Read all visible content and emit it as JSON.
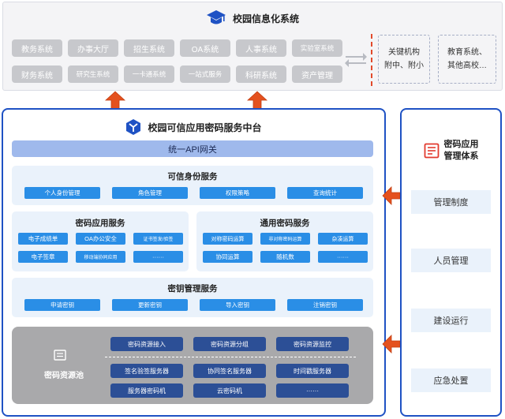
{
  "campus": {
    "title": "校园信息化系统",
    "systems_row1": [
      "教务系统",
      "办事大厅",
      "招生系统",
      "OA系统",
      "人事系统",
      "实验室系统"
    ],
    "systems_row2": [
      "财务系统",
      "研究生系统",
      "一卡通系统",
      "一站式服务",
      "科研系统",
      "资产管理"
    ],
    "key_org": {
      "line1": "关键机构",
      "line2": "附中、附小"
    },
    "edu_system": {
      "line1": "教育系统、",
      "line2": "其他高校…"
    }
  },
  "platform": {
    "title": "校园可信应用密码服务中台",
    "api_gateway": "统一API网关",
    "identity": {
      "title": "可信身份服务",
      "items": [
        "个人身份管理",
        "角色管理",
        "权限策略",
        "查询统计"
      ]
    },
    "crypto_app": {
      "title": "密码应用服务",
      "items": [
        "电子成绩单",
        "OA办公安全",
        "证书签发/验签",
        "电子签章",
        "移动端协同应用",
        "······"
      ]
    },
    "general_crypto": {
      "title": "通用密码服务",
      "items": [
        "对称密码运算",
        "非对称密码运算",
        "杂凑运算",
        "协同运算",
        "随机数",
        "······"
      ]
    },
    "key_mgmt": {
      "title": "密钥管理服务",
      "items": [
        "申请密钥",
        "更新密钥",
        "导入密钥",
        "注销密钥"
      ]
    },
    "resource_pool": {
      "title": "密码资源池",
      "row1": [
        "密码资源接入",
        "密码资源分组",
        "密码资源监控"
      ],
      "row2": [
        "签名验签服务器",
        "协同签名服务器",
        "时间戳服务器"
      ],
      "row3": [
        "服务器密码机",
        "云密码机",
        "······"
      ]
    }
  },
  "management": {
    "title_line1": "密码应用",
    "title_line2": "管理体系",
    "items": [
      "管理制度",
      "人员管理",
      "建设运行",
      "应急处置"
    ]
  },
  "colors": {
    "accent": "#1f52c4",
    "chip": "#2a8ee6",
    "navy": "#2c4f96",
    "arrow": "#e4511e"
  }
}
